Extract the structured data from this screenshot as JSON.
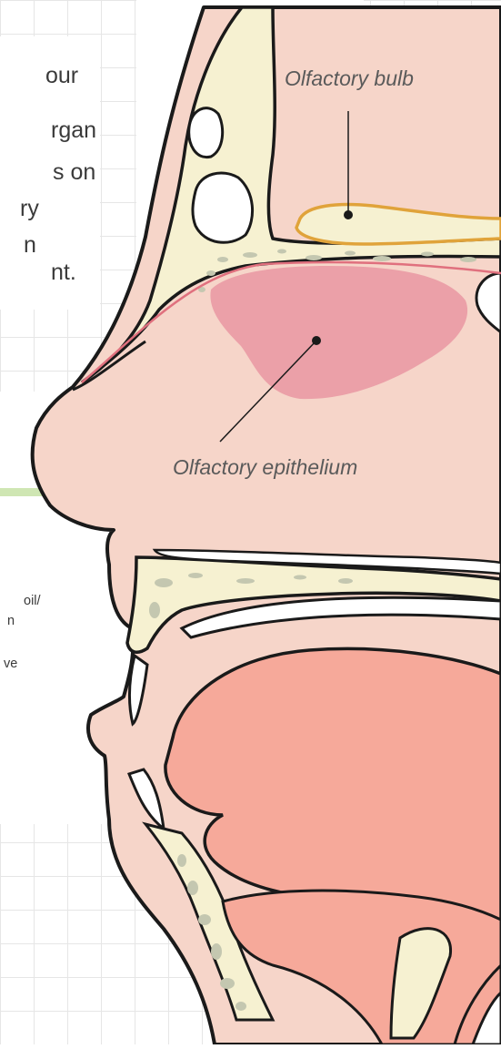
{
  "intro_text_fragments": [
    "our",
    "rgan",
    "s on",
    "ry",
    "n",
    "nt."
  ],
  "side_text_fragments": [
    "oil/",
    "n",
    "ve"
  ],
  "labels": {
    "olfactory_bulb": "Olfactory bulb",
    "olfactory_epithelium": "Olfactory epithelium"
  },
  "colors": {
    "skin": "#f6d5c9",
    "bone": "#f6f1d1",
    "bone_spot": "#c4c7b0",
    "bulb_outline": "#e0a33a",
    "epithelium": "#eba0a8",
    "epithelium_line": "#e0707e",
    "mouth": "#f6a99a",
    "outline": "#1a1a1a",
    "grid": "#e6e6e6",
    "accent_bar": "#cfe6b3"
  }
}
